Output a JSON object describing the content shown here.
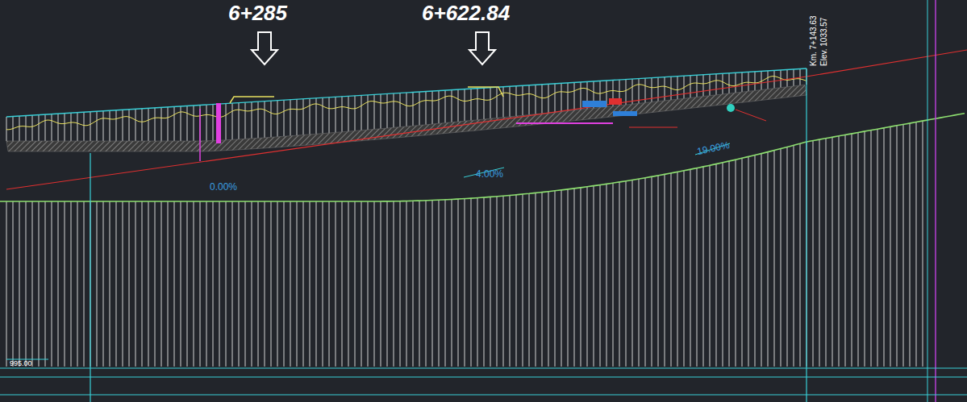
{
  "diagram": {
    "labels": [
      "6+285",
      "6+622.84",
      "0.00%",
      "4.00%",
      "19.00%",
      "Km. 7+143.63",
      "Elev. 1033.57",
      "995.00"
    ]
  }
}
